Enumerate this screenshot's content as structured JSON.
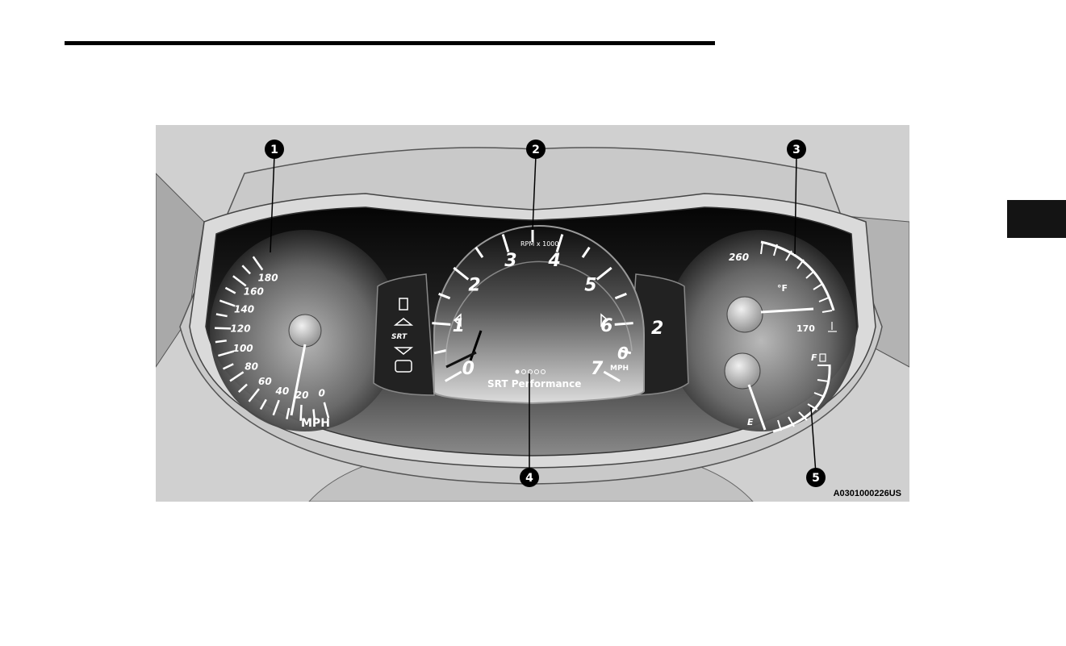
{
  "figure": {
    "code": "A0301000226US",
    "callouts": [
      "1",
      "2",
      "3",
      "4",
      "5"
    ]
  },
  "speedometer": {
    "ticks": [
      "0",
      "20",
      "40",
      "60",
      "80",
      "100",
      "120",
      "140",
      "160",
      "180"
    ],
    "unit": "MPH"
  },
  "tachometer": {
    "ticks": [
      "0",
      "1",
      "2",
      "3",
      "4",
      "5",
      "6",
      "7"
    ],
    "unit": "RPM x 1000",
    "gear": "2",
    "speed_value": "0",
    "speed_unit": "MPH"
  },
  "display": {
    "label": "SRT Performance",
    "menu_logo": "SRT"
  },
  "temp_gauge": {
    "high": "260",
    "low": "170",
    "unit": "°F"
  },
  "fuel_gauge": {
    "full": "F",
    "empty": "E"
  },
  "colors": {
    "figure_bg": "#cfcfcf",
    "panel_dark": "#0a0a0a",
    "gauge_text": "#ffffff",
    "callout_fill": "#000000"
  }
}
